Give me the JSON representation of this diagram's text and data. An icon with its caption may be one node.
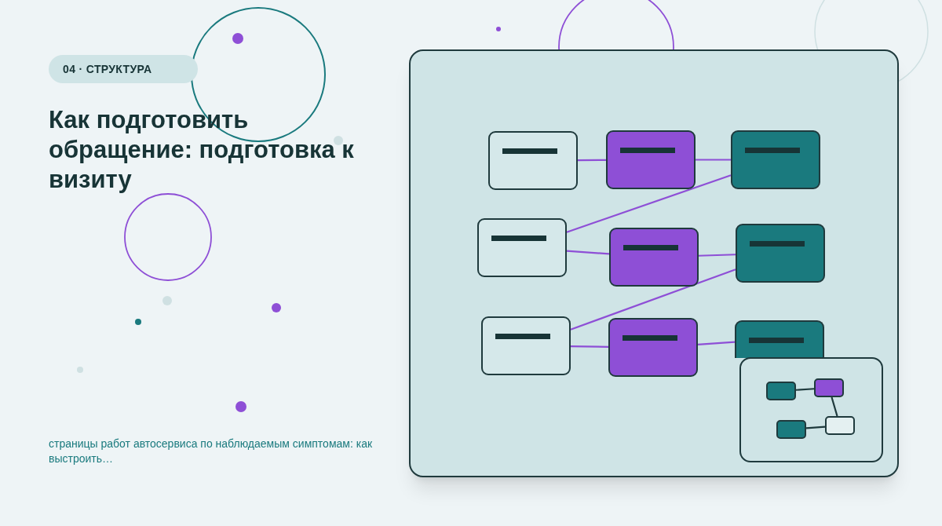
{
  "diagram": {
    "title": "Как подготовить обращение: подготовка к визиту",
    "nodes": [
      {
        "text": [],
        "shape": "box"
      },
      {
        "text": [],
        "shape": "box",
        "in": 0
      },
      {
        "text": [],
        "shape": "box",
        "in": 0
      },
      {
        "text": [],
        "shape": "box",
        "in": 0
      },
      {
        "text": [],
        "shape": "box",
        "in": 0
      },
      {
        "text": [],
        "shape": "box",
        "in": 0
      },
      {
        "text": [],
        "shape": "box",
        "in": 0
      },
      {
        "text": [],
        "shape": "box",
        "in": 0
      },
      {
        "text": [],
        "shape": "box",
        "in": 0
      },
      {
        "text": [],
        "shape": "box",
        "in": 0
      },
      {
        "text": [],
        "shape": "box",
        "in": 0
      },
      {
        "text": [],
        "shape": "box",
        "in": 10
      },
      {
        "text": [],
        "shape": "box",
        "in": 10
      },
      {
        "text": [],
        "shape": "box",
        "in": 10
      },
      {
        "text": [],
        "shape": "box",
        "in": 10
      }
    ],
    "edges": [
      {
        "from": 1,
        "to": 2,
        "arrow": "none"
      },
      {
        "from": 2,
        "to": 3,
        "arrow": "none"
      },
      {
        "from": 3,
        "to": 4,
        "arrow": "none"
      },
      {
        "from": 4,
        "to": 5,
        "arrow": "none"
      },
      {
        "from": 5,
        "to": 6,
        "arrow": "none"
      },
      {
        "from": 6,
        "to": 7,
        "arrow": "none"
      },
      {
        "from": 7,
        "to": 8,
        "arrow": "none"
      },
      {
        "from": 8,
        "to": 9,
        "arrow": "none"
      },
      {
        "from": 11,
        "to": 12,
        "arrow": "none",
        "color": "#1f3a3d"
      },
      {
        "from": 12,
        "to": 14,
        "arrow": "none",
        "color": "#1f3a3d"
      },
      {
        "from": 13,
        "to": 14,
        "arrow": "none",
        "color": "#1f3a3d"
      }
    ],
    "labels": [
      "04 · СТРУКТУРА",
      "страницы работ автосервиса по наблюдаемым симптомам: как выстроить…"
    ]
  }
}
